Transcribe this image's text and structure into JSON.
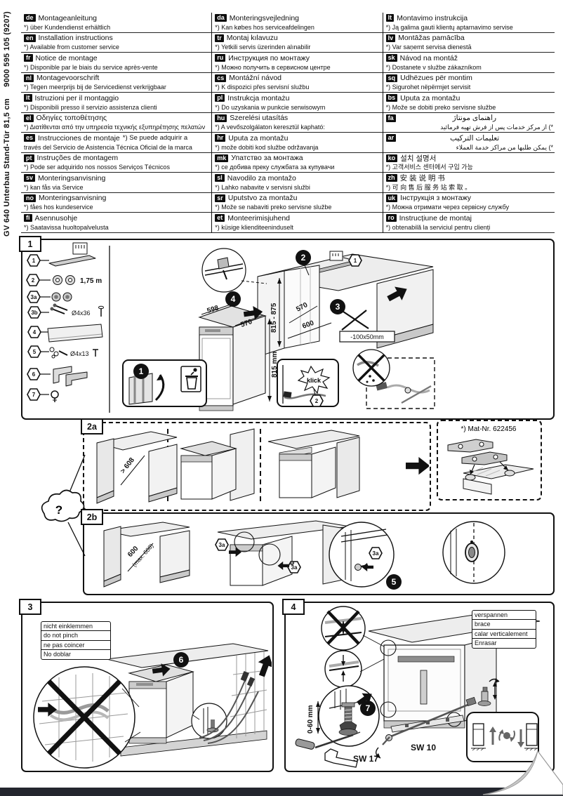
{
  "sidebar": {
    "code": "9000 595 105  (9207)",
    "model": "GV 640 Unterbau Stand-Tür 81,5 cm"
  },
  "languages": {
    "col1": [
      {
        "code": "de",
        "title": "Montageanleitung",
        "note": "*) über Kundendienst erhältlich"
      },
      {
        "code": "en",
        "title": "Installation instructions",
        "note": "*) Available from customer service"
      },
      {
        "code": "fr",
        "title": "Notice de montage",
        "note": "*) Disponible par le biais du service après-vente"
      },
      {
        "code": "nl",
        "title": "Montagevoorschrift",
        "note": "*) Tegen meerprijs bij de Servicedienst verkrijgbaar"
      },
      {
        "code": "it",
        "title": "Istruzioni per il montaggio",
        "note": "*) Disponibili presso il servizio assistenza clienti"
      },
      {
        "code": "el",
        "title": "Οδηγίες τοποθέτησης",
        "note": "*) Διατίθενται από την υπηρεσία τεχνικής εξυπηρέτησης πελατών"
      },
      {
        "code": "es",
        "title": "Instrucciones de montaje",
        "inline_note": "*) Se puede adquirir a",
        "note": "través del Servicio de Asistencia Técnica Oficial de la marca"
      },
      {
        "code": "pt",
        "title": "Instruções de montagem",
        "note": "*) Pode ser adquirido nos nossos Serviços Técnicos"
      },
      {
        "code": "sv",
        "title": "Monteringsanvisning",
        "note": "*) kan fås via Service"
      },
      {
        "code": "no",
        "title": "Monteringsanvisning",
        "note": "*) fåes hos kundeservice"
      },
      {
        "code": "fi",
        "title": "Asennusohje",
        "note": "*) Saatavissa huoltopalvelusta"
      }
    ],
    "col2": [
      {
        "code": "da",
        "title": "Monteringsvejledning",
        "note": "*) Kan købes hos serviceafdelingen"
      },
      {
        "code": "tr",
        "title": "Montaj kılavuzu",
        "note": "*) Yetkili servis üzerinden alınabilir"
      },
      {
        "code": "ru",
        "title": "Инструкция по монтажу",
        "note": "*) Можно получить в сервисном центре"
      },
      {
        "code": "cs",
        "title": "Montážní návod",
        "note": "*) K dispozici přes servisní službu"
      },
      {
        "code": "pl",
        "title": "Instrukcja montażu",
        "note": "*) Do uzyskania w punkcie serwisowym"
      },
      {
        "code": "hu",
        "title": "Szerelési utasítás",
        "note": "*) A vevőszolgálaton keresztül kapható:"
      },
      {
        "code": "hr",
        "title": "Uputa za montažu",
        "note": "*) može dobiti kod službe održavanja"
      },
      {
        "code": "mk",
        "title": "Упатство за монтажа",
        "note": "*) се добива преку службата за купувачи"
      },
      {
        "code": "sl",
        "title": "Navodilo za montažo",
        "note": "*) Lahko nabavite v servisni službi"
      },
      {
        "code": "sr",
        "title": "Uputstvo za montažu",
        "note": "*) Može se nabaviti preko servisne službe"
      },
      {
        "code": "et",
        "title": "Monteerimisjuhend",
        "note": "*) küsige klienditeeninduselt"
      }
    ],
    "col3": [
      {
        "code": "lt",
        "title": "Montavimo instrukcija",
        "note": "*) Ją galima gauti klientų aptarnavimo servise"
      },
      {
        "code": "lv",
        "title": "Montāžas pamācība",
        "note": "*) Var saņemt servisa dienestā"
      },
      {
        "code": "sk",
        "title": "Návod na montáž",
        "note": "*) Dostanete v službe zákazníkom"
      },
      {
        "code": "sq",
        "title": "Udhëzues për montim",
        "note": "*) Sigurohet nëpërmjet servisit"
      },
      {
        "code": "bs",
        "title": "Uputa za montažu",
        "note": "*) Može se dobiti preko servisne službe"
      },
      {
        "code": "fa",
        "dir": "rtl",
        "title": "راهنمای مونتاژ",
        "note": "*) از مرکز خدمات پس از فرش تهیه فرمائید"
      },
      {
        "code": "ar",
        "dir": "rtl",
        "title": "تعليمات التركيب",
        "note": "*) يمكن طلبها من مراكز خدمة العملاء"
      },
      {
        "code": "ko",
        "title": "설치 설명서",
        "note": "*) 고객서비스 센터에서 구입 가능"
      },
      {
        "code": "zh",
        "title": "安 装 说 明 书",
        "note": "*) 可 向 售 后 服 务 站 索 取 。"
      },
      {
        "code": "uk",
        "title": "Інструкція з монтажу",
        "note": "*) Можна отримати через сервісну службу"
      },
      {
        "code": "ro",
        "title": "Instrucțiune de montaj",
        "note": "*) obtenabilă la serviciul pentru clienți"
      }
    ]
  },
  "panel_labels": {
    "p1": "1",
    "p2a": "2a",
    "p2b": "2b",
    "p3": "3",
    "p4": "4"
  },
  "callouts": {
    "c1": "1",
    "c2": "2",
    "c3": "3",
    "c3a": "3a",
    "c3b": "3b",
    "c4": "4",
    "c5": "5",
    "c6": "6",
    "c7": "7"
  },
  "p1": {
    "cable_length": "1,75 m",
    "screw_3b": "Ø4x36",
    "screw_5": "Ø4x13",
    "niche_height": "815 - 875",
    "niche_depth": "570",
    "niche_width": "600",
    "dw_width": "598",
    "dw_depth": "570",
    "dw_height": "815 mm",
    "cutout": "-100x50mm",
    "klick": "klick"
  },
  "p2a": {
    "niche_width": "> 608",
    "mat_nr": "*) Mat-Nr. 622456"
  },
  "p2b": {
    "width": "600",
    "width_max": "(max. 608)"
  },
  "p3": {
    "warning": [
      "nicht einklemmen",
      "do not pinch",
      "ne pas coincer",
      "No doblar"
    ]
  },
  "p4": {
    "warning": [
      "verspannen",
      "brace",
      "calar verticalement",
      "Enrasar"
    ],
    "foot_range": "0-60 mm",
    "sw17": "SW 17",
    "sw10": "SW 10"
  },
  "cloud": "?"
}
